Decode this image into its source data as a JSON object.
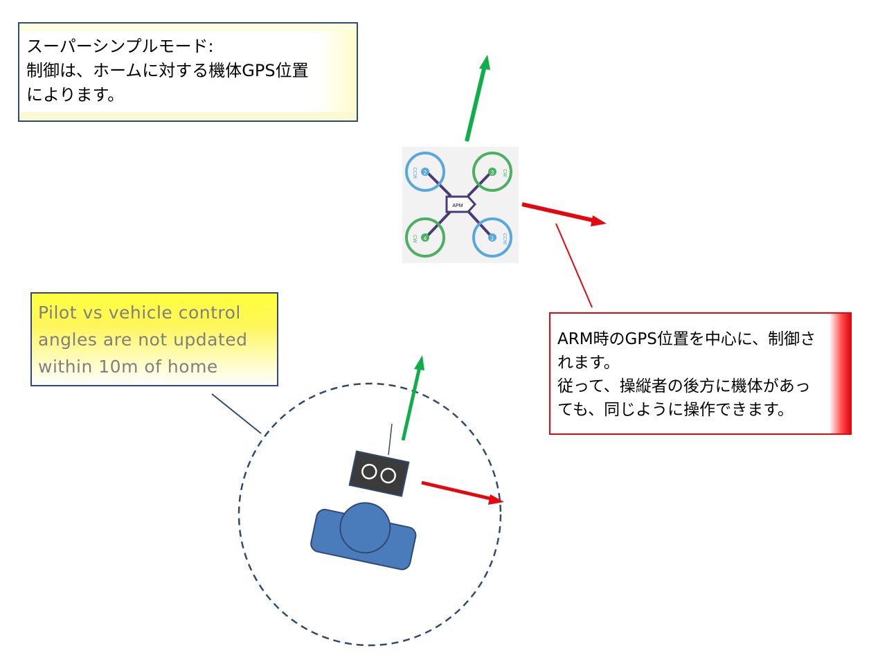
{
  "callouts": {
    "super_simple": {
      "line1": "スーパーシンプルモード:",
      "line2": "制御は、ホームに対する機体GPS位置",
      "line3": "によります。"
    },
    "pilot_note": {
      "line1": "Pilot vs vehicle control",
      "line2": "angles are not updated",
      "line3": "within 10m of home"
    },
    "arm_note": {
      "line1": "ARM時のGPS位置を中心に、制御さ",
      "line2": "れます。",
      "line3": "従って、操縦者の後方に機体があっ",
      "line4": "ても、同じように操作できます。"
    }
  },
  "quad": {
    "label": "APM",
    "motors": [
      {
        "number": "1",
        "dir": "CCW",
        "color": "#5aa7dc"
      },
      {
        "number": "2",
        "dir": "CCW",
        "color": "#5aa7dc"
      },
      {
        "number": "3",
        "dir": "CW",
        "color": "#4caf62"
      },
      {
        "number": "4",
        "dir": "CW",
        "color": "#4caf62"
      }
    ]
  },
  "colors": {
    "forward_arrow": "#0fae4b",
    "right_arrow": "#e3070f",
    "border_dark": "#2e4a73",
    "pilot_fill": "#4a7bbb",
    "circle_dash": "#2e4a73"
  }
}
